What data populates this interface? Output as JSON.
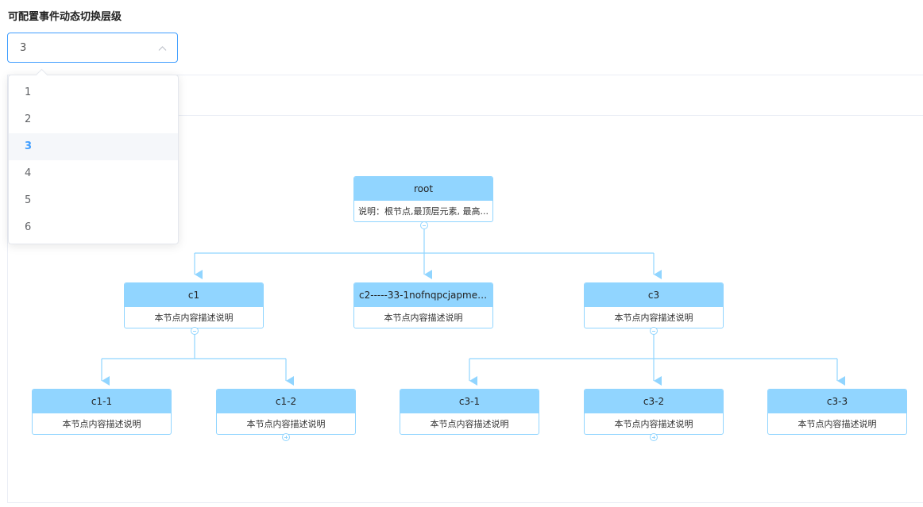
{
  "title": "可配置事件动态切换层级",
  "select": {
    "value": "3",
    "icon": "chevron-up-icon"
  },
  "dropdown": {
    "options": [
      "1",
      "2",
      "3",
      "4",
      "5",
      "6"
    ],
    "selected": "3"
  },
  "colors": {
    "accent": "#409eff",
    "node": "#91d5ff"
  },
  "tree": {
    "root": {
      "title": "root",
      "desc": "说明：根节点,最顶层元素, 最高..."
    },
    "c1": {
      "title": "c1",
      "desc": "本节点内容描述说明"
    },
    "c2": {
      "title": "c2-----33-1nofnqpcjapme2...",
      "desc": "本节点内容描述说明"
    },
    "c3": {
      "title": "c3",
      "desc": "本节点内容描述说明"
    },
    "c1_1": {
      "title": "c1-1",
      "desc": "本节点内容描述说明"
    },
    "c1_2": {
      "title": "c1-2",
      "desc": "本节点内容描述说明"
    },
    "c3_1": {
      "title": "c3-1",
      "desc": "本节点内容描述说明"
    },
    "c3_2": {
      "title": "c3-2",
      "desc": "本节点内容描述说明"
    },
    "c3_3": {
      "title": "c3-3",
      "desc": "本节点内容描述说明"
    }
  }
}
